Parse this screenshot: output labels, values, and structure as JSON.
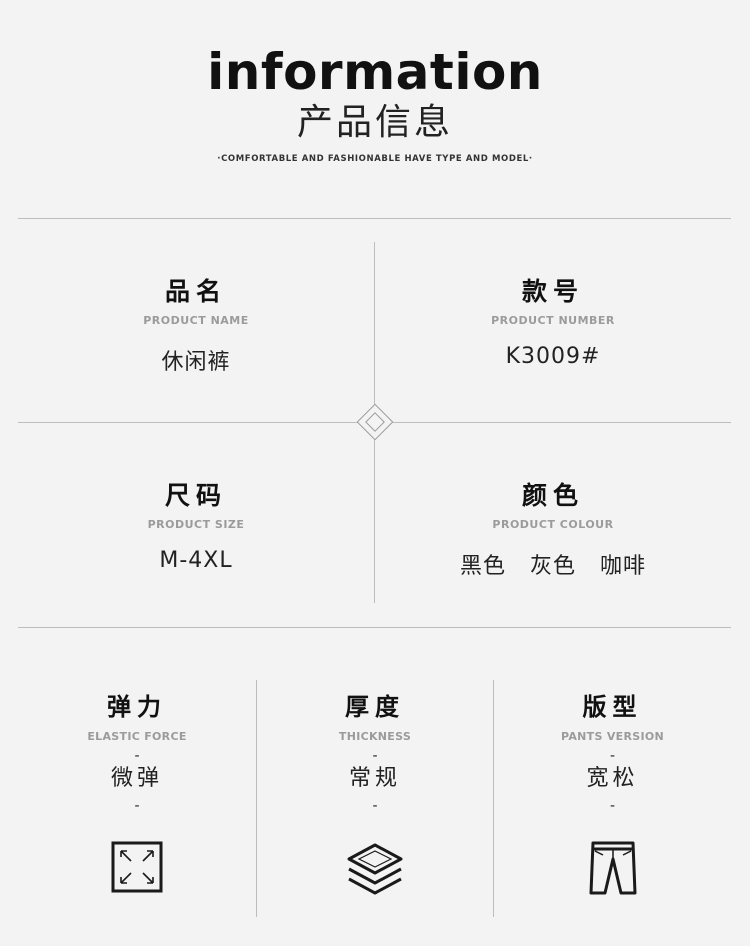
{
  "header": {
    "title": "information",
    "subtitle": "产品信息",
    "tagline": "·COMFORTABLE AND FASHIONABLE HAVE TYPE AND MODEL·"
  },
  "grid": [
    {
      "title": "品名",
      "en": "PRODUCT NAME",
      "value": "休闲裤"
    },
    {
      "title": "款号",
      "en": "PRODUCT NUMBER",
      "value": "K3009#"
    },
    {
      "title": "尺码",
      "en": "PRODUCT SIZE",
      "value": "M-4XL"
    },
    {
      "title": "颜色",
      "en": "PRODUCT COLOUR",
      "values": [
        "黑色",
        "灰色",
        "咖啡"
      ]
    }
  ],
  "features": [
    {
      "title": "弹力",
      "en": "ELASTIC FORCE",
      "value": "微弹",
      "dash": "-",
      "icon": "elastic-expand-icon"
    },
    {
      "title": "厚度",
      "en": "THICKNESS",
      "value": "常规",
      "dash": "-",
      "icon": "layers-icon"
    },
    {
      "title": "版型",
      "en": "PANTS VERSION",
      "value": "宽松",
      "dash": "-",
      "icon": "pants-icon"
    }
  ]
}
